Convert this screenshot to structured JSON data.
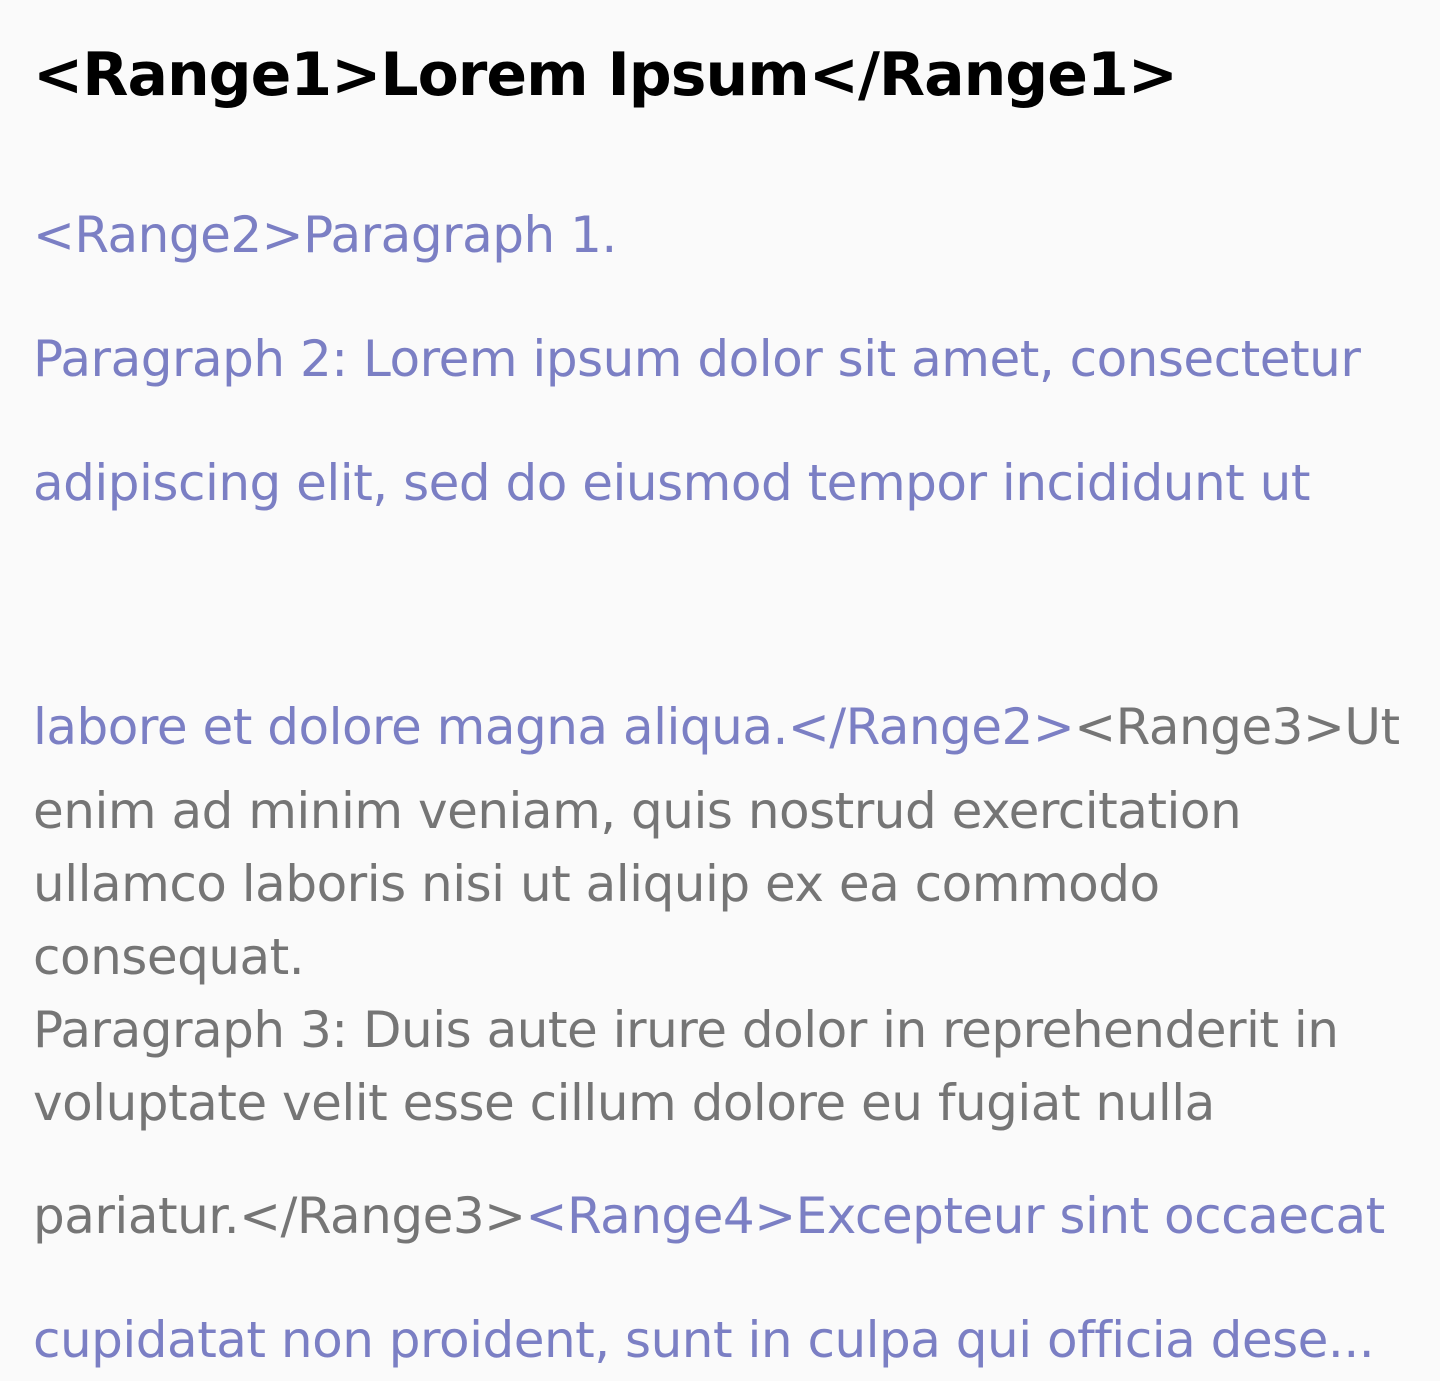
{
  "colors": {
    "background": "#fafafa",
    "title": "#000000",
    "accent": "#7b7fc4",
    "body": "#757575"
  },
  "title": "<Range1>Lorem Ipsum</Range1>",
  "lines": [
    {
      "segments": [
        {
          "text": "<Range2>Paragraph 1.",
          "style": "accent"
        }
      ]
    },
    {
      "segments": [
        {
          "text": "Paragraph 2: Lorem ipsum dolor sit amet, consectetur",
          "style": "accent"
        }
      ]
    },
    {
      "segments": [
        {
          "text": "adipiscing elit, sed do eiusmod tempor incididunt ut",
          "style": "accent"
        }
      ]
    },
    {
      "segments": [
        {
          "text": "labore et dolore magna aliqua.</Range2>",
          "style": "accent"
        },
        {
          "text": "<Range3>Ut",
          "style": "gray"
        }
      ]
    },
    {
      "segments": [
        {
          "text": "enim ad minim veniam, quis nostrud exercitation",
          "style": "gray"
        }
      ]
    },
    {
      "segments": [
        {
          "text": "ullamco laboris nisi ut aliquip ex ea commodo",
          "style": "gray"
        }
      ]
    },
    {
      "segments": [
        {
          "text": "consequat.",
          "style": "gray"
        }
      ]
    },
    {
      "segments": [
        {
          "text": "Paragraph 3: Duis aute irure dolor in reprehenderit in",
          "style": "gray"
        }
      ]
    },
    {
      "segments": [
        {
          "text": "voluptate velit esse cillum dolore eu fugiat nulla",
          "style": "gray"
        }
      ]
    },
    {
      "segments": [
        {
          "text": "pariatur.</Range3>",
          "style": "gray"
        },
        {
          "text": "<Range4>Excepteur sint occaecat",
          "style": "accent"
        }
      ]
    },
    {
      "segments": [
        {
          "text": "cupidatat non proident, sunt in culpa qui officia dese...",
          "style": "accent"
        }
      ]
    }
  ]
}
